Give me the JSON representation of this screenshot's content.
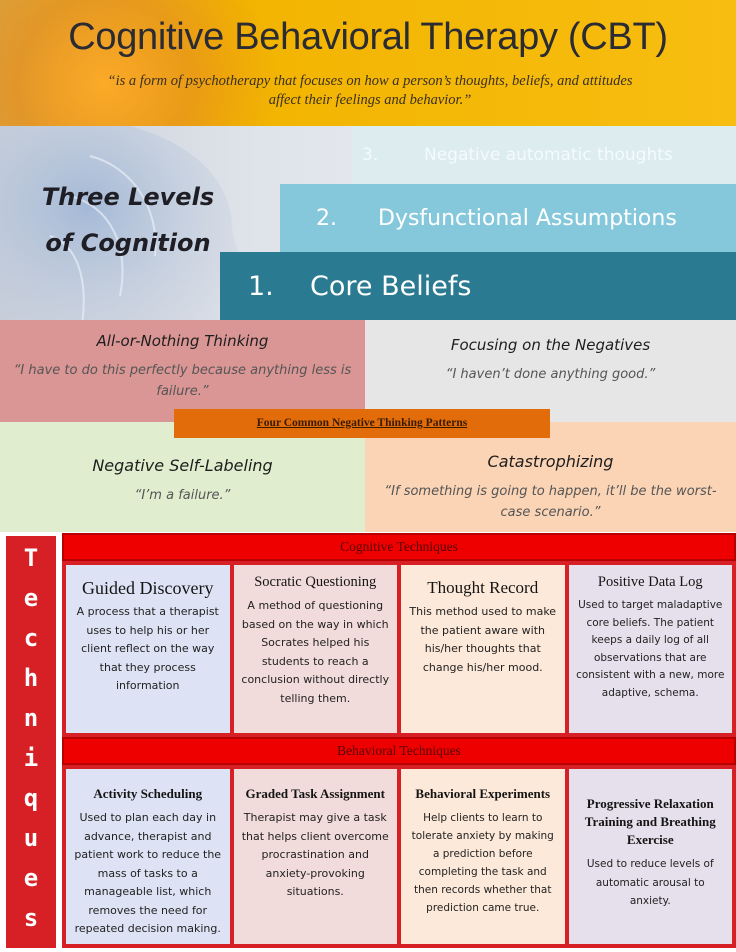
{
  "header": {
    "title": "Cognitive Behavioral Therapy (CBT)",
    "subtitle": "“is a form of psychotherapy that focuses on how a person’s thoughts, beliefs, and attitudes affect their feelings and behavior.”"
  },
  "levels": {
    "heading": "Three Levels of Cognition",
    "items": [
      {
        "number": "3.",
        "label": "Negative automatic thoughts"
      },
      {
        "number": "2.",
        "label": "Dysfunctional Assumptions"
      },
      {
        "number": "1.",
        "label": "Core Beliefs"
      }
    ]
  },
  "patterns": {
    "banner": "Four Common Negative Thinking Patterns",
    "items": [
      {
        "title": "All-or-Nothing Thinking",
        "quote": "“I have to do this perfectly because anything less is failure.”"
      },
      {
        "title": "Focusing on the Negatives",
        "quote": "“I haven’t done anything good.”"
      },
      {
        "title": "Negative Self-Labeling",
        "quote": "“I’m a failure.”"
      },
      {
        "title": "Catastrophizing",
        "quote": "“If something is going to happen, it’ll be the worst-case scenario.”"
      }
    ]
  },
  "techniques": {
    "sidebar_letters": [
      "T",
      "e",
      "c",
      "h",
      "n",
      "i",
      "q",
      "u",
      "e",
      "s"
    ],
    "cognitive": {
      "label": "Cognitive Techniques",
      "cards": [
        {
          "title": "Guided Discovery",
          "desc": "A process that a therapist uses to help his or her client reflect on the way that they process information"
        },
        {
          "title": "Socratic Questioning",
          "desc": "A method of questioning based on the way in which Socrates helped his students to reach a conclusion without directly telling them."
        },
        {
          "title": "Thought Record",
          "desc": "This method used to make the patient aware with his/her thoughts that change his/her mood."
        },
        {
          "title": "Positive Data Log",
          "desc": "Used to target maladaptive core beliefs. The patient keeps a daily log of all observations that are consistent with a new, more adaptive, schema."
        }
      ]
    },
    "behavioral": {
      "label": "Behavioral Techniques",
      "cards": [
        {
          "title": "Activity Scheduling",
          "desc": "Used to plan each day in advance, therapist and patient work to reduce the mass of tasks to a manageable list, which removes the need for repeated decision making."
        },
        {
          "title": "Graded Task Assignment",
          "desc": "Therapist may give a task that helps client overcome procrastination and anxiety-provoking situations."
        },
        {
          "title": "Behavioral Experiments",
          "desc": "Help clients to learn to tolerate anxiety by making a prediction before completing the task and then records whether that prediction came true."
        },
        {
          "title": "Progressive Relaxation Training and Breathing Exercise",
          "desc": "Used to reduce levels of automatic arousal to anxiety."
        }
      ]
    }
  }
}
